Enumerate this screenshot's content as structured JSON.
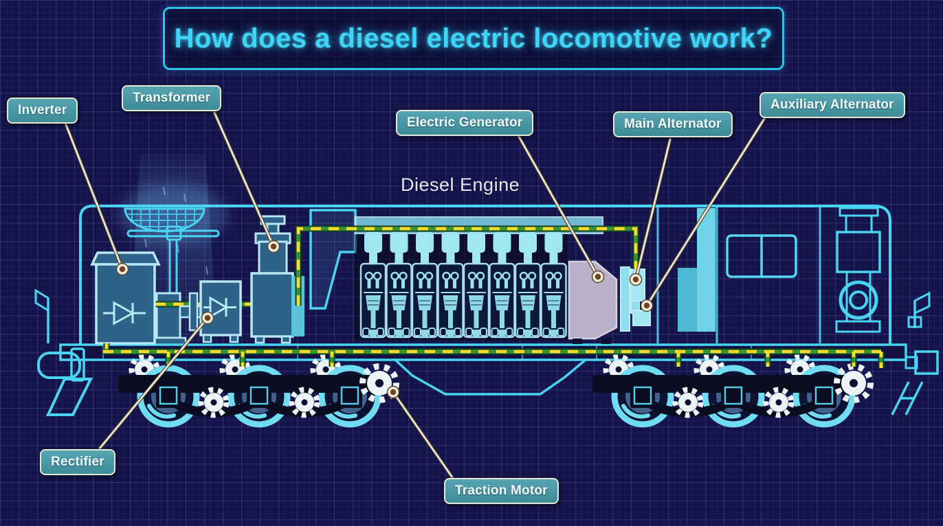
{
  "title": "How does a diesel electric locomotive work?",
  "diagram": {
    "engine_label": "Diesel Engine",
    "callouts": [
      {
        "id": "inverter",
        "label": "Inverter"
      },
      {
        "id": "transformer",
        "label": "Transformer"
      },
      {
        "id": "electric-generator",
        "label": "Electric Generator"
      },
      {
        "id": "main-alternator",
        "label": "Main Alternator"
      },
      {
        "id": "auxiliary-alternator",
        "label": "Auxiliary Alternator"
      },
      {
        "id": "rectifier",
        "label": "Rectifier"
      },
      {
        "id": "traction-motor",
        "label": "Traction Motor"
      }
    ]
  },
  "colors": {
    "background": "#14134a",
    "grid_line": "#2b2c6e",
    "outline_cyan": "#49d4f2",
    "title_cyan": "#40d4f6",
    "wire_green": "#35953a",
    "wire_yellow": "#ffd92e",
    "callout_fill": "#4796a4",
    "callout_border": "#e6e9d4",
    "generator_gray": "#b7b0c6",
    "gear_white": "#eef3f6",
    "leader_line": "#ece7d2"
  }
}
